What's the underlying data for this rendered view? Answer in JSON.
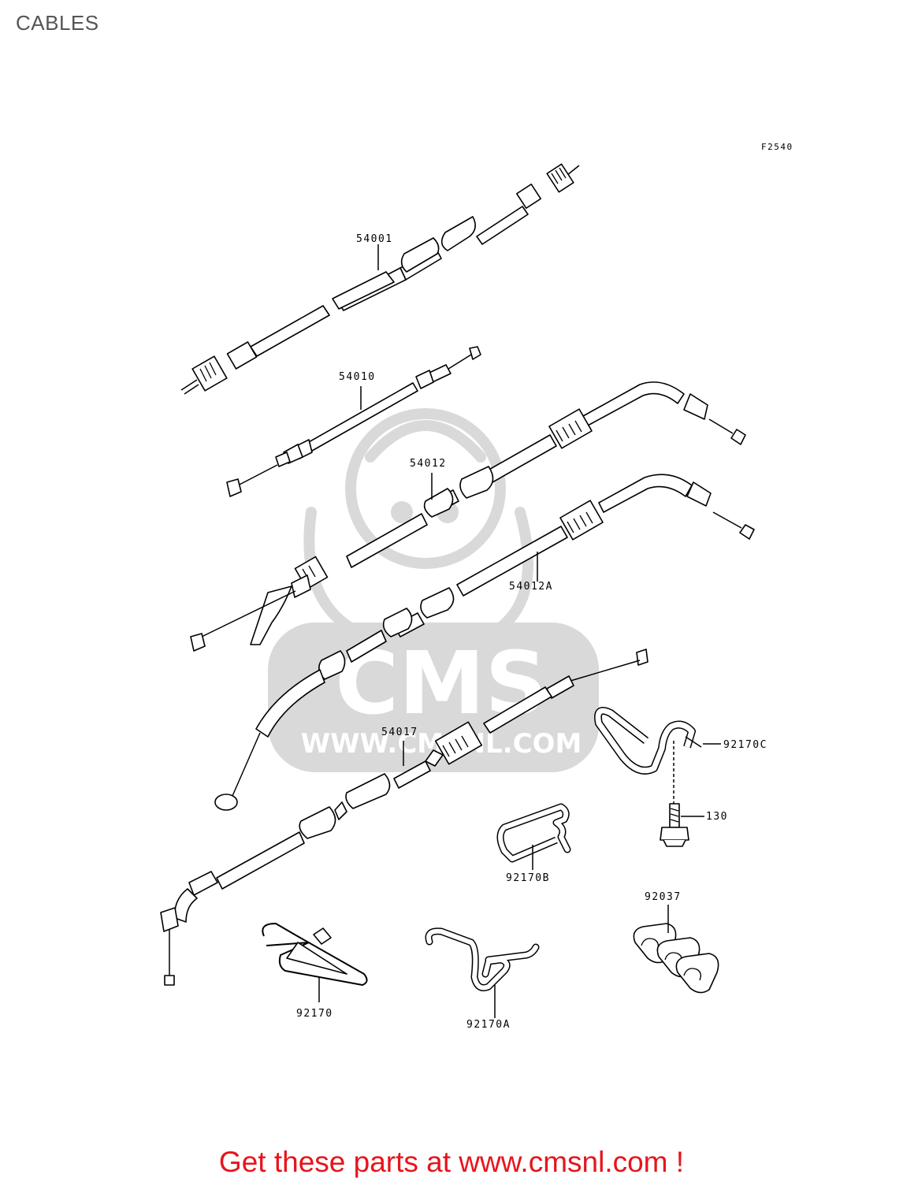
{
  "page": {
    "title": "CABLES"
  },
  "diagram": {
    "figure_code": "F2540",
    "labels": {
      "p54001": "54001",
      "p54010": "54010",
      "p54012": "54012",
      "p54012a": "54012A",
      "p54017": "54017",
      "p92170c": "92170C",
      "p130": "130",
      "p92170b": "92170B",
      "p92037": "92037",
      "p92170": "92170",
      "p92170a": "92170A"
    },
    "watermark": {
      "logo_text": "CMS",
      "url_text": "WWW.CMSNL.COM",
      "color": "#d9d9d9"
    }
  },
  "footer": {
    "text": "Get these parts at www.cmsnl.com !",
    "color": "#e8141b"
  }
}
